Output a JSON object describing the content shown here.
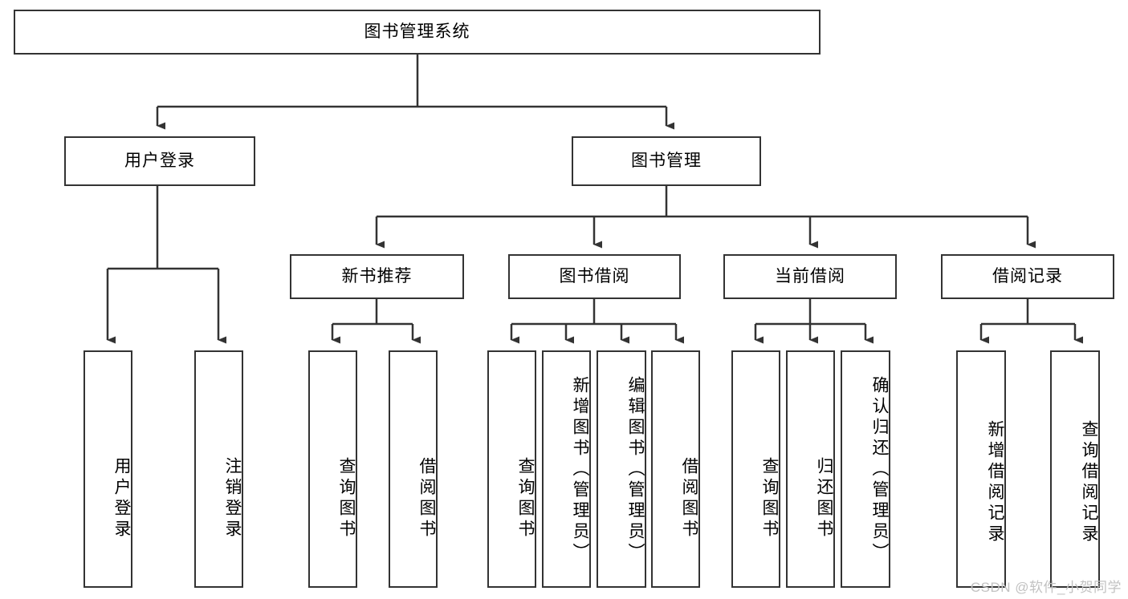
{
  "diagram": {
    "title": "图书管理系统",
    "watermark": "CSDN @软件_小贺同学",
    "colors": {
      "stroke": "#333333",
      "background": "#ffffff",
      "text": "#000000",
      "watermark": "#c2c2c2"
    },
    "nodes": {
      "root": {
        "label": "图书管理系统"
      },
      "level2": [
        {
          "label": "用户登录"
        },
        {
          "label": "图书管理"
        }
      ],
      "level3": [
        {
          "label": "新书推荐"
        },
        {
          "label": "图书借阅"
        },
        {
          "label": "当前借阅"
        },
        {
          "label": "借阅记录"
        }
      ],
      "leaves_user_login": [
        {
          "label": "用户登录"
        },
        {
          "label": "注销登录"
        }
      ],
      "leaves_new_book": [
        {
          "label": "查询图书"
        },
        {
          "label": "借阅图书"
        }
      ],
      "leaves_borrow": [
        {
          "label": "查询图书"
        },
        {
          "label": "新增图书（管理员）"
        },
        {
          "label": "编辑图书（管理员）"
        },
        {
          "label": "借阅图书"
        }
      ],
      "leaves_current": [
        {
          "label": "查询图书"
        },
        {
          "label": "归还图书"
        },
        {
          "label": "确认归还（管理员）"
        }
      ],
      "leaves_records": [
        {
          "label": "新增借阅记录"
        },
        {
          "label": "查询借阅记录"
        }
      ]
    }
  }
}
